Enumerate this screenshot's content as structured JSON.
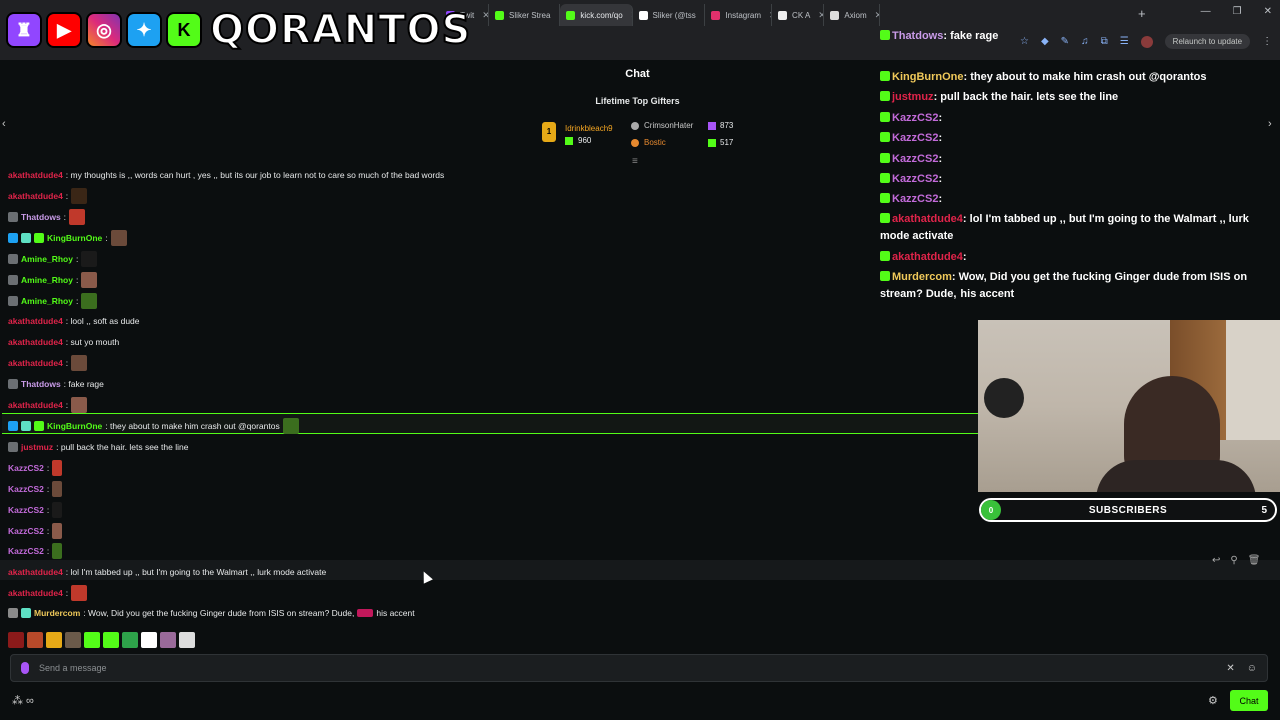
{
  "browser": {
    "tabs": [
      {
        "label": "Twit",
        "color": "#9146ff",
        "active": false
      },
      {
        "label": "Sliker Strea",
        "color": "#53fc18",
        "active": false
      },
      {
        "label": "kick.com/qo",
        "color": "#53fc18",
        "active": true
      },
      {
        "label": "Sliker (@tss",
        "color": "#ffffff",
        "active": false
      },
      {
        "label": "Instagram",
        "color": "#e1306c",
        "active": false
      },
      {
        "label": "CK A",
        "color": "#eeeeee",
        "active": false
      },
      {
        "label": "Axiom",
        "color": "#dddddd",
        "active": false
      }
    ],
    "relaunch_label": "Relaunch to update"
  },
  "logo": {
    "text": "QORANTOS"
  },
  "chat": {
    "title": "Chat",
    "gifters_title": "Lifetime Top Gifters",
    "gifters": [
      {
        "name": "Idrinkbleach9",
        "count": "960",
        "color": "#f5a623"
      },
      {
        "name": "CrimsonHater",
        "count": "873",
        "color": "#c9c9c9"
      },
      {
        "name": "Bostic",
        "count": "517",
        "color": "#e6892f"
      }
    ],
    "messages": [
      {
        "user": "akathatdude4",
        "color": "#e0244a",
        "text": ": my thoughts is ,, words can hurt , yes ,, but its our job to learn not to care so much of the bad words"
      },
      {
        "user": "akathatdude4",
        "color": "#e0244a",
        "text": ":"
      },
      {
        "user": "Thatdows",
        "color": "#c99be8",
        "text": ":"
      },
      {
        "user": "KingBurnOne",
        "color": "#53fc18",
        "text": ":"
      },
      {
        "user": "Amine_Rhoy",
        "color": "#53fc18",
        "text": ":"
      },
      {
        "user": "Amine_Rhoy",
        "color": "#53fc18",
        "text": ":"
      },
      {
        "user": "Amine_Rhoy",
        "color": "#53fc18",
        "text": ":"
      },
      {
        "user": "akathatdude4",
        "color": "#e0244a",
        "text": ": lool ,, soft as dude"
      },
      {
        "user": "akathatdude4",
        "color": "#e0244a",
        "text": ": sut yo mouth"
      },
      {
        "user": "akathatdude4",
        "color": "#e0244a",
        "text": ":"
      },
      {
        "user": "Thatdows",
        "color": "#c99be8",
        "text": ": fake rage"
      },
      {
        "user": "akathatdude4",
        "color": "#e0244a",
        "text": ":"
      },
      {
        "user": "KingBurnOne",
        "color": "#53fc18",
        "text": ": they about to make him crash out @qorantos"
      },
      {
        "user": "justmuz",
        "color": "#e0244a",
        "text": ": pull back the hair. lets see the line"
      },
      {
        "user": "KazzCS2",
        "color": "#c26bd9",
        "text": ":"
      },
      {
        "user": "KazzCS2",
        "color": "#c26bd9",
        "text": ":"
      },
      {
        "user": "KazzCS2",
        "color": "#c26bd9",
        "text": ":"
      },
      {
        "user": "KazzCS2",
        "color": "#c26bd9",
        "text": ":"
      },
      {
        "user": "KazzCS2",
        "color": "#c26bd9",
        "text": ":"
      },
      {
        "user": "akathatdude4",
        "color": "#e0244a",
        "text": ": lol I'm tabbed up ,, but I'm going to the Walmart ,, lurk mode activate"
      },
      {
        "user": "akathatdude4",
        "color": "#e0244a",
        "text": ":"
      },
      {
        "user": "Murdercom",
        "color": "#f0c95a",
        "text": ": Wow, Did you get the fucking Ginger dude from ISIS on stream? Dude,"
      }
    ],
    "last_suffix": "his accent",
    "input_placeholder": "Send a message",
    "chat_button": "Chat"
  },
  "overlay": {
    "messages": [
      {
        "user": "Thatdows",
        "color": "#c99be8",
        "text": ": fake rage"
      },
      {
        "user": "KingBurnOne",
        "color": "#f0c95a",
        "text": ": they about to make him crash out @qorantos"
      },
      {
        "user": "justmuz",
        "color": "#e0244a",
        "text": ": pull back the hair. lets see the line"
      },
      {
        "user": "KazzCS2",
        "color": "#c26bd9",
        "text": ":"
      },
      {
        "user": "KazzCS2",
        "color": "#c26bd9",
        "text": ":"
      },
      {
        "user": "KazzCS2",
        "color": "#c26bd9",
        "text": ":"
      },
      {
        "user": "KazzCS2",
        "color": "#c26bd9",
        "text": ":"
      },
      {
        "user": "KazzCS2",
        "color": "#c26bd9",
        "text": ":"
      },
      {
        "user": "akathatdude4",
        "color": "#e0244a",
        "text": ": lol I'm tabbed up ,, but I'm going to the Walmart ,, lurk mode activate"
      },
      {
        "user": "akathatdude4",
        "color": "#e0244a",
        "text": ":"
      },
      {
        "user": "Murdercom",
        "color": "#f0c95a",
        "text": ": Wow, Did you get the fucking Ginger dude from ISIS on stream? Dude,"
      }
    ],
    "last_suffix": "his accent"
  },
  "subs": {
    "current": "0",
    "label": "SUBSCRIBERS",
    "goal": "5",
    "progress": 0
  }
}
